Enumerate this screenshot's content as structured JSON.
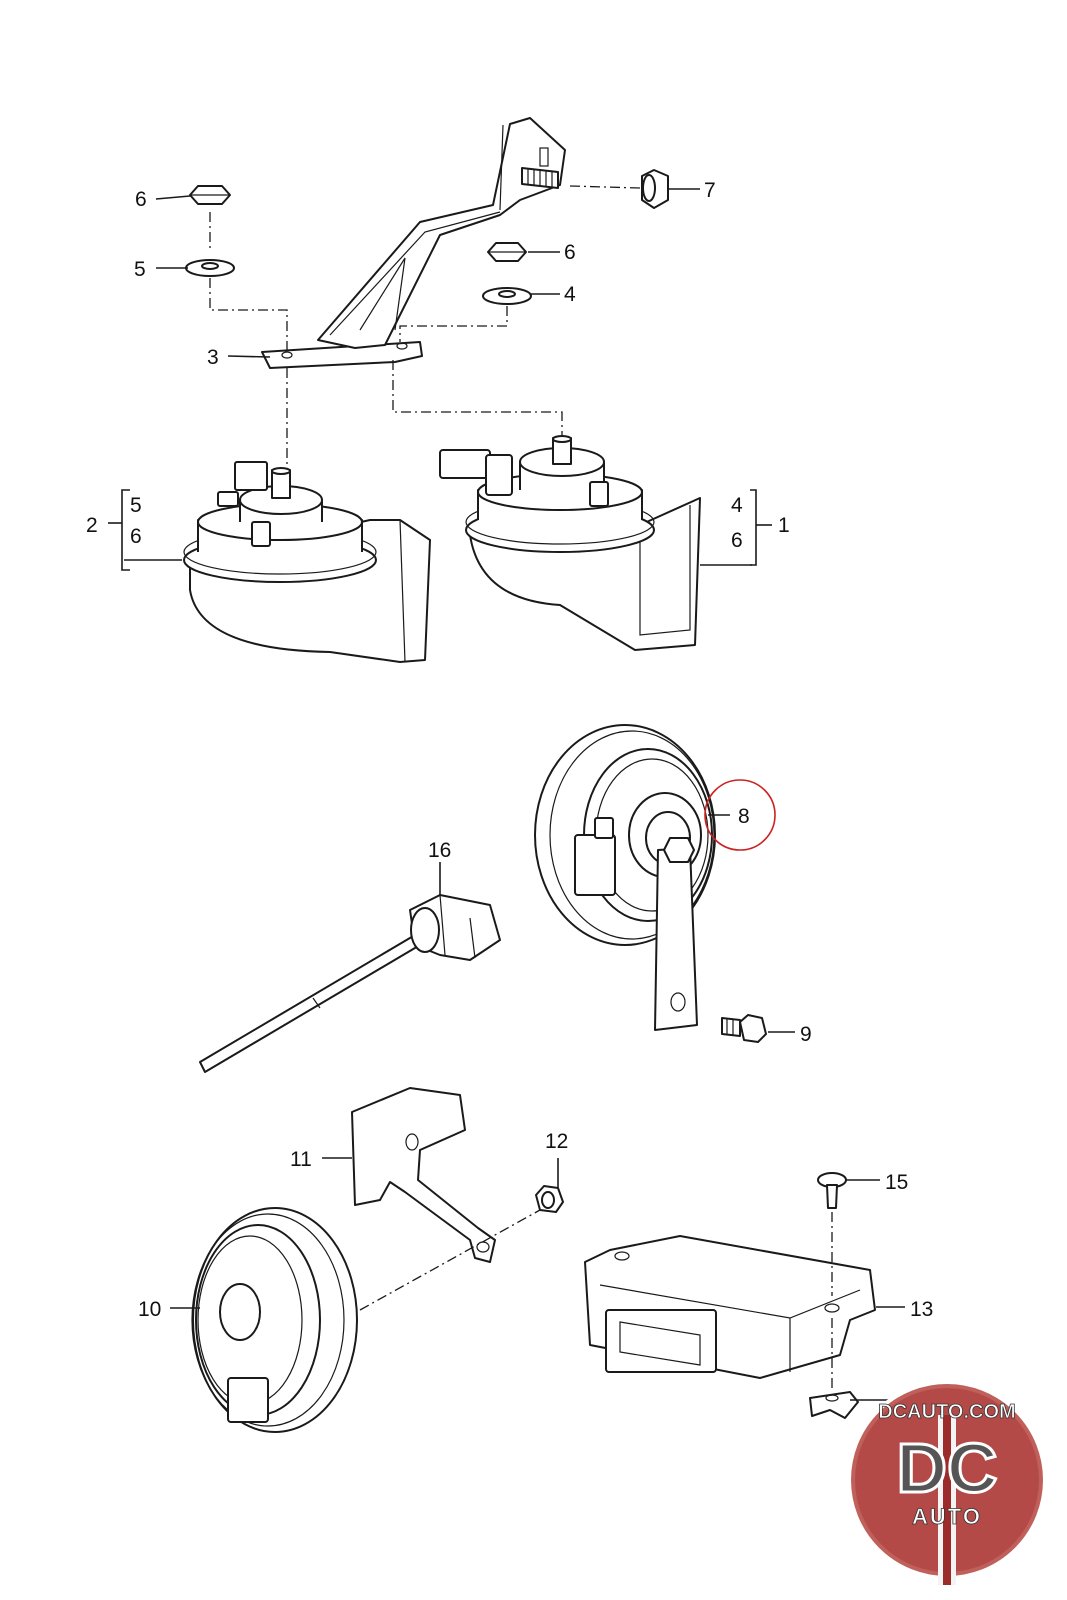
{
  "callouts": [
    {
      "id": "c1",
      "text": "1"
    },
    {
      "id": "c2",
      "text": "2"
    },
    {
      "id": "c3",
      "text": "3"
    },
    {
      "id": "c4",
      "text": "4"
    },
    {
      "id": "c5",
      "text": "5"
    },
    {
      "id": "c6a",
      "text": "6"
    },
    {
      "id": "c6b",
      "text": "6"
    },
    {
      "id": "c7",
      "text": "7"
    },
    {
      "id": "c8",
      "text": "8"
    },
    {
      "id": "c9",
      "text": "9"
    },
    {
      "id": "c10",
      "text": "10"
    },
    {
      "id": "c11",
      "text": "11"
    },
    {
      "id": "c12",
      "text": "12"
    },
    {
      "id": "c13",
      "text": "13"
    },
    {
      "id": "c14",
      "text": "14"
    },
    {
      "id": "c15",
      "text": "15"
    },
    {
      "id": "c16",
      "text": "16"
    }
  ],
  "brackets": {
    "left": {
      "top": "5",
      "bottom": "6"
    },
    "right": {
      "top": "4",
      "bottom": "6"
    }
  },
  "highlight_color": "#cc2222",
  "watermark": {
    "url_text": "DCAUTO.COM",
    "logo_text": "DC",
    "sub_text": "AUTO"
  }
}
